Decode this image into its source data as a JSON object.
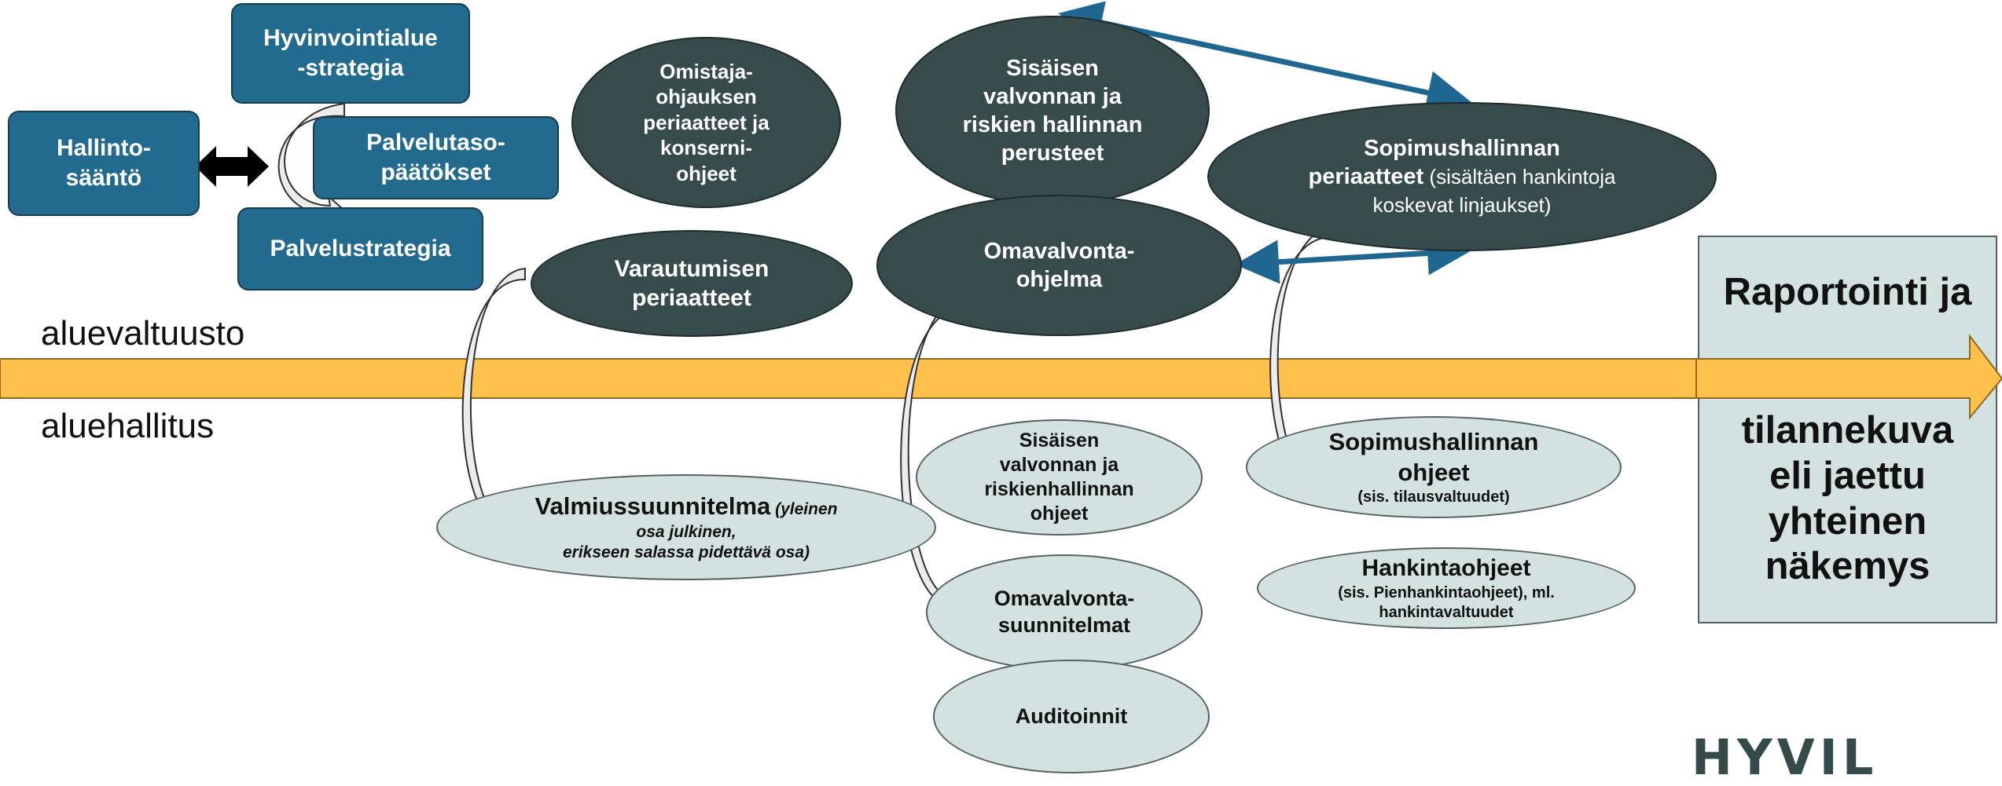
{
  "nodes": {
    "hallintosaanto": "Hallinto-\nsääntö",
    "hyvinvointialue_strategia": "Hyvinvointialue\n-strategia",
    "palvelutasopaatokset": "Palvelutaso-\npäätökset",
    "palvelustrategia": "Palvelustrategia",
    "omistajaohjaus": "Omistaja-\nohjauksen\nperiaatteet ja\nkonserni-\nohjeet",
    "varautuminen": "Varautumisen\nperiaatteet",
    "sisainen_valvonta_perusteet": "Sisäisen\nvalvonnan ja\nriskien hallinnan\nperusteet",
    "omavalvontaohjelma": "Omavalvonta-\nohjelma",
    "sopimushallinta_bold": "Sopimushallinnan\nperiaatteet",
    "sopimushallinta_normal": " (sisältäen hankintoja\nkoskevat linjaukset)",
    "valmiussuunnitelma_bold": "Valmiussuunnitelma",
    "valmiussuunnitelma_italic_1": " (yleinen\nosa julkinen,",
    "valmiussuunnitelma_italic_2": "erikseen salassa pidettävä osa)",
    "sisainen_valvonta_ohjeet": "Sisäisen\nvalvonnan ja\nriskienhallinnan\nohjeet",
    "omavalvontasuunnitelmat": "Omavalvonta-\nsuunnitelmat",
    "auditoinnit": "Auditoinnit",
    "sopimushallinta_ohjeet": "Sopimushallinnan\nohjeet",
    "sopimushallinta_ohjeet_sub": "(sis. tilausvaltuudet)",
    "hankintaohjeet": "Hankintaohjeet",
    "hankintaohjeet_sub": "(sis. Pienhankintaohjeet), ml.\nhankintavaltuudet"
  },
  "labels": {
    "aluevaltuusto": "aluevaltuusto",
    "aluehallitus": "aluehallitus"
  },
  "report": {
    "top": "Raportointi ja",
    "bottom": "tilannekuva\neli jaettu\nyhteinen\nnäkemys"
  },
  "logo": "HYVIL",
  "colors": {
    "box_blue": "#236a8f",
    "dark_ellipse": "#374b4c",
    "light_ellipse": "#d3e2e1",
    "timeline": "#ffc04c",
    "arrow_blue": "#1f6690"
  }
}
